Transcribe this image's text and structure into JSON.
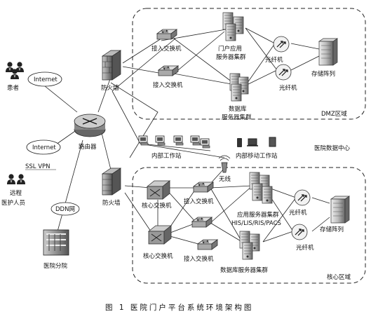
{
  "caption": "图 1    医院门户平台系统环境架构图",
  "zones": {
    "dmz": "DMZ区域",
    "core": "核心区域",
    "datacenter": "医院数据中心"
  },
  "external": {
    "patients": "患者",
    "remote_staff": "远程\n医护人员",
    "branch": "医院分院",
    "router": "路由器",
    "clouds": [
      "Internet",
      "Internet",
      "DDN网"
    ],
    "ssl_vpn": "SSL VPN"
  },
  "dmz": {
    "firewall": "防火墙",
    "access_switch_1": "接入交换机",
    "access_switch_2": "接入交换机",
    "portal_cluster": "门户应用\n服务器集群",
    "db_cluster": "数据库\n服务器集群",
    "fiber_1": "光纤机",
    "fiber_2": "光纤机",
    "storage": "存储阵列"
  },
  "middle": {
    "internal_ws": "内部工作站",
    "mobile_ws": "内部移动工作站",
    "wireless": "无线"
  },
  "core": {
    "firewall": "防火墙",
    "core_switch_1": "核心交换机",
    "core_switch_2": "核心交换机",
    "access_switch_1": "接入交换机",
    "access_switch_2": "接入交换机",
    "app_cluster": "应用服务器集群",
    "his_label": "HIS/LIS/RIS/PACS",
    "db_cluster": "数据库服务器集群",
    "fiber_1": "光纤机",
    "fiber_2": "光纤机",
    "storage": "存储阵列"
  }
}
